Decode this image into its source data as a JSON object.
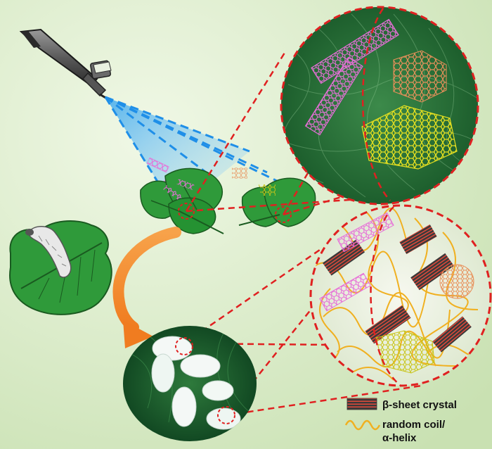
{
  "legend": {
    "items": [
      {
        "label": "β-sheet crystal",
        "color": "#e04a3a"
      },
      {
        "label": "random coil/",
        "color": "#f0b020"
      },
      {
        "label": "α-helix",
        "color": "#f0b020"
      }
    ]
  },
  "colors": {
    "background": "#dcecc8",
    "leaf": "#2f9a3a",
    "spray": "#3fa9f5",
    "dashed_callout": "#e02020",
    "carbon_nanotube": "#e070d0",
    "graphene_orange": "#e8905a",
    "graphene_yellow": "#e8e020",
    "silk_fibroin_coil": "#f0b020",
    "beta_sheet": "#d04040"
  },
  "icons": [
    "airbrush-icon",
    "leaf-icon",
    "silkworm-icon",
    "cocoon-icon",
    "graphene-icon",
    "nanotube-icon"
  ]
}
